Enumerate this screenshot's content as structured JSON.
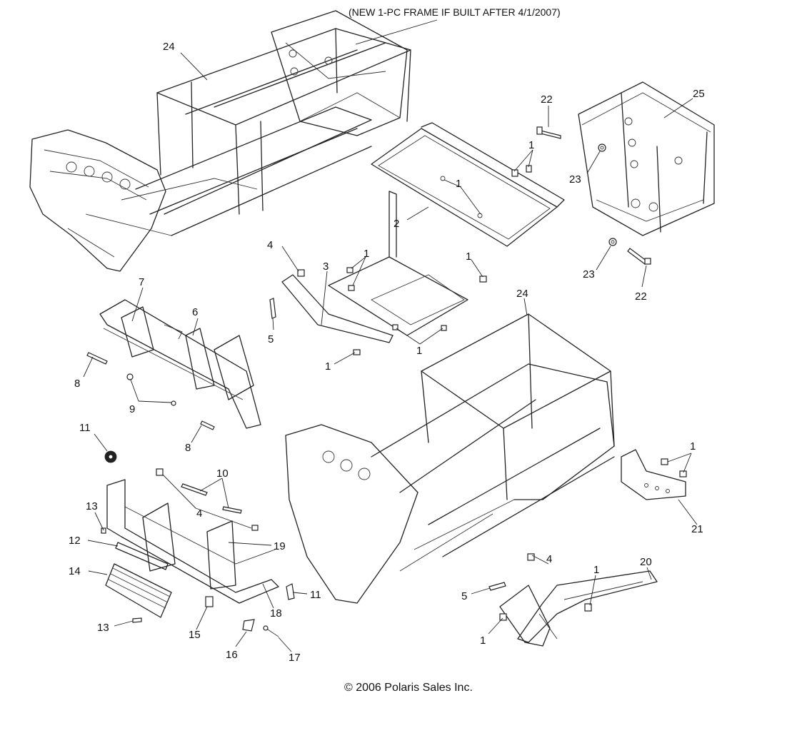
{
  "note": "(NEW 1-PC FRAME IF BUILT AFTER 4/1/2007)",
  "copyright": "© 2006 Polaris Sales Inc.",
  "callouts": [
    "24",
    "22",
    "25",
    "1",
    "1",
    "2",
    "23",
    "23",
    "22",
    "4",
    "1",
    "3",
    "1",
    "5",
    "1",
    "1",
    "7",
    "6",
    "24",
    "8",
    "9",
    "8",
    "11",
    "10",
    "4",
    "13",
    "12",
    "19",
    "14",
    "11",
    "18",
    "13",
    "15",
    "16",
    "17",
    "1",
    "21",
    "4",
    "1",
    "20",
    "5",
    "1"
  ]
}
